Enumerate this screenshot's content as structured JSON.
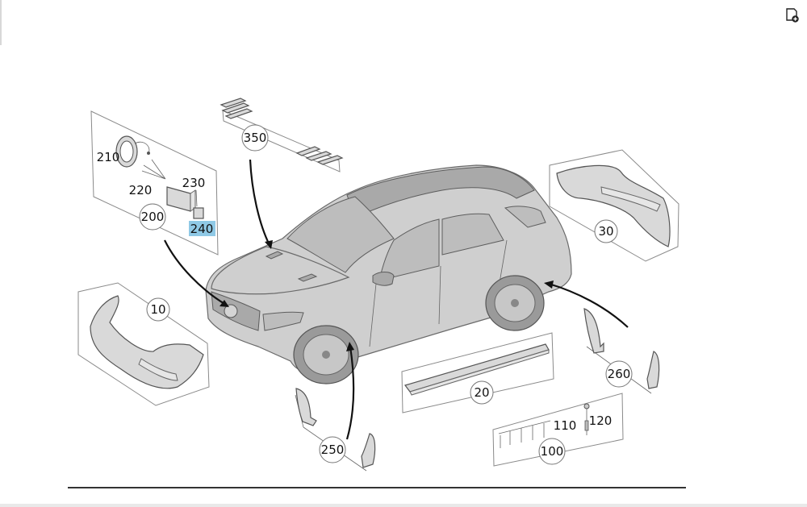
{
  "toolbar": {
    "add_note_icon": "note-add-icon"
  },
  "diagram": {
    "callouts": {
      "c10": "10",
      "c20": "20",
      "c30": "30",
      "c100": "100",
      "c110": "110",
      "c120": "120",
      "c200": "200",
      "c210": "210",
      "c220": "220",
      "c230": "230",
      "c240": "240",
      "c250": "250",
      "c260": "260",
      "c350": "350"
    },
    "highlighted_callout": "240",
    "highlight_color": "#8fc9e6"
  }
}
